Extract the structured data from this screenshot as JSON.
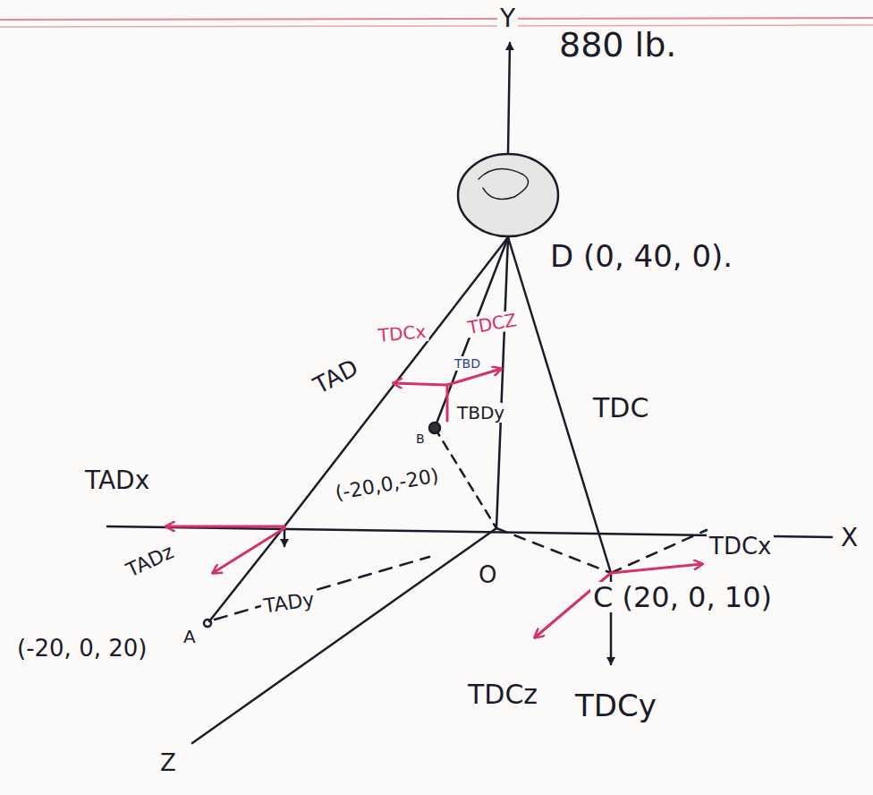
{
  "diagram": {
    "labels": [
      "Y",
      "880 lb.",
      "D (0, 40, 0).",
      "TAD",
      "TDCx",
      "TDCZ",
      "TBD",
      "TBDy",
      "TDC",
      "B",
      "(-20,0,-20)",
      "TADx",
      "TADz",
      "TADy",
      "O",
      "X",
      "TDCx",
      "C (20, 0, 10)",
      "TDCz",
      "TDCy",
      "(-20, 0, 20)",
      "A",
      "Z"
    ]
  }
}
